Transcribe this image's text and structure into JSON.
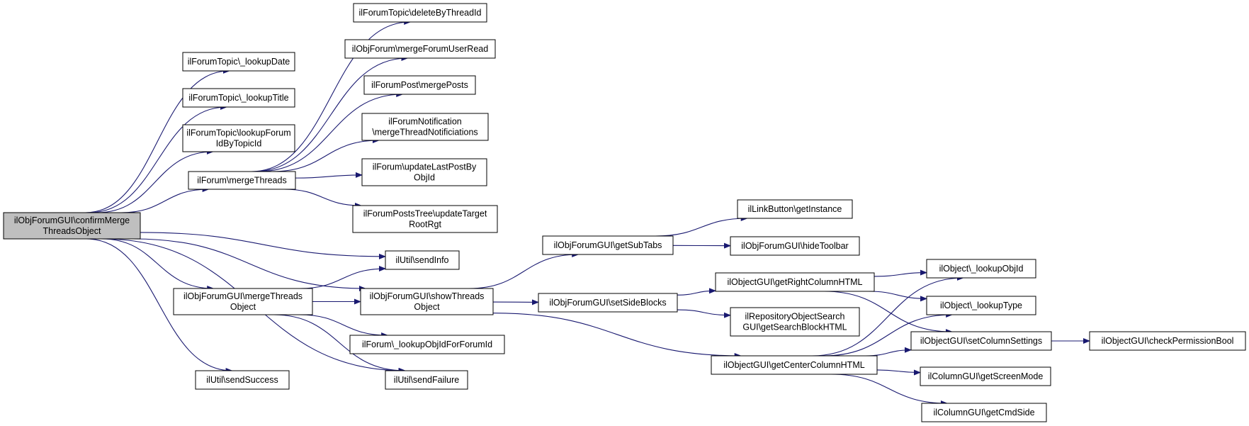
{
  "colors": {
    "edge": "#191970",
    "root_fill": "#bfbfbf",
    "node_fill": "#ffffff",
    "border": "#000000"
  },
  "nodes": [
    {
      "id": "root",
      "lines": [
        "ilObjForumGUI\\confirmMerge",
        "ThreadsObject"
      ],
      "root": true
    },
    {
      "id": "lookupDate",
      "lines": [
        "ilForumTopic\\_lookupDate"
      ]
    },
    {
      "id": "lookupTitle",
      "lines": [
        "ilForumTopic\\_lookupTitle"
      ]
    },
    {
      "id": "lookupForumId",
      "lines": [
        "ilForumTopic\\lookupForum",
        "IdByTopicId"
      ]
    },
    {
      "id": "mergeThreads",
      "lines": [
        "ilForum\\mergeThreads"
      ]
    },
    {
      "id": "mergeThreadsObject",
      "lines": [
        "ilObjForumGUI\\mergeThreads",
        "Object"
      ]
    },
    {
      "id": "sendSuccess",
      "lines": [
        "ilUtil\\sendSuccess"
      ]
    },
    {
      "id": "deleteByThreadId",
      "lines": [
        "ilForumTopic\\deleteByThreadId"
      ]
    },
    {
      "id": "mergeForumUserRead",
      "lines": [
        "ilObjForum\\mergeForumUserRead"
      ]
    },
    {
      "id": "mergePosts",
      "lines": [
        "ilForumPost\\mergePosts"
      ]
    },
    {
      "id": "mergeThreadNotif",
      "lines": [
        "ilForumNotification",
        "\\mergeThreadNotificiations"
      ]
    },
    {
      "id": "updateLastPost",
      "lines": [
        "ilForum\\updateLastPostBy",
        "ObjId"
      ]
    },
    {
      "id": "updateTarget",
      "lines": [
        "ilForumPostsTree\\updateTarget",
        "RootRgt"
      ]
    },
    {
      "id": "sendInfo",
      "lines": [
        "ilUtil\\sendInfo"
      ]
    },
    {
      "id": "showThreadsObject",
      "lines": [
        "ilObjForumGUI\\showThreads",
        "Object"
      ]
    },
    {
      "id": "lookupObjIdForForumId",
      "lines": [
        "ilForum\\_lookupObjIdForForumId"
      ]
    },
    {
      "id": "sendFailure",
      "lines": [
        "ilUtil\\sendFailure"
      ]
    },
    {
      "id": "getSubTabs",
      "lines": [
        "ilObjForumGUI\\getSubTabs"
      ]
    },
    {
      "id": "setSideBlocks",
      "lines": [
        "ilObjForumGUI\\setSideBlocks"
      ]
    },
    {
      "id": "getCenterColumnHTML",
      "lines": [
        "ilObjectGUI\\getCenterColumnHTML"
      ]
    },
    {
      "id": "getInstance",
      "lines": [
        "ilLinkButton\\getInstance"
      ]
    },
    {
      "id": "hideToolbar",
      "lines": [
        "ilObjForumGUI\\hideToolbar"
      ]
    },
    {
      "id": "getRightColumnHTML",
      "lines": [
        "ilObjectGUI\\getRightColumnHTML"
      ]
    },
    {
      "id": "getSearchBlockHTML",
      "lines": [
        "ilRepositoryObjectSearch",
        "GUI\\getSearchBlockHTML"
      ]
    },
    {
      "id": "lookupObjId",
      "lines": [
        "ilObject\\_lookupObjId"
      ]
    },
    {
      "id": "lookupType",
      "lines": [
        "ilObject\\_lookupType"
      ]
    },
    {
      "id": "setColumnSettings",
      "lines": [
        "ilObjectGUI\\setColumnSettings"
      ]
    },
    {
      "id": "getScreenMode",
      "lines": [
        "ilColumnGUI\\getScreenMode"
      ]
    },
    {
      "id": "getCmdSide",
      "lines": [
        "ilColumnGUI\\getCmdSide"
      ]
    },
    {
      "id": "checkPermissionBool",
      "lines": [
        "ilObjectGUI\\checkPermissionBool"
      ]
    }
  ],
  "edges": [
    [
      "root",
      "lookupDate"
    ],
    [
      "root",
      "lookupTitle"
    ],
    [
      "root",
      "lookupForumId"
    ],
    [
      "root",
      "mergeThreads"
    ],
    [
      "root",
      "sendInfo"
    ],
    [
      "root",
      "mergeThreadsObject"
    ],
    [
      "root",
      "showThreadsObject"
    ],
    [
      "root",
      "sendFailure"
    ],
    [
      "root",
      "sendSuccess"
    ],
    [
      "mergeThreads",
      "deleteByThreadId"
    ],
    [
      "mergeThreads",
      "mergeForumUserRead"
    ],
    [
      "mergeThreads",
      "mergePosts"
    ],
    [
      "mergeThreads",
      "mergeThreadNotif"
    ],
    [
      "mergeThreads",
      "updateLastPost"
    ],
    [
      "mergeThreads",
      "updateTarget"
    ],
    [
      "mergeThreadsObject",
      "sendInfo"
    ],
    [
      "mergeThreadsObject",
      "showThreadsObject"
    ],
    [
      "mergeThreadsObject",
      "lookupObjIdForForumId"
    ],
    [
      "mergeThreadsObject",
      "sendFailure"
    ],
    [
      "showThreadsObject",
      "getSubTabs"
    ],
    [
      "showThreadsObject",
      "setSideBlocks"
    ],
    [
      "showThreadsObject",
      "getCenterColumnHTML"
    ],
    [
      "getSubTabs",
      "getInstance"
    ],
    [
      "getSubTabs",
      "hideToolbar"
    ],
    [
      "setSideBlocks",
      "getRightColumnHTML"
    ],
    [
      "setSideBlocks",
      "getSearchBlockHTML"
    ],
    [
      "getRightColumnHTML",
      "lookupObjId"
    ],
    [
      "getRightColumnHTML",
      "lookupType"
    ],
    [
      "getRightColumnHTML",
      "setColumnSettings"
    ],
    [
      "getCenterColumnHTML",
      "lookupObjId"
    ],
    [
      "getCenterColumnHTML",
      "lookupType"
    ],
    [
      "getCenterColumnHTML",
      "setColumnSettings"
    ],
    [
      "getCenterColumnHTML",
      "getScreenMode"
    ],
    [
      "getCenterColumnHTML",
      "getCmdSide"
    ],
    [
      "setColumnSettings",
      "checkPermissionBool"
    ]
  ]
}
